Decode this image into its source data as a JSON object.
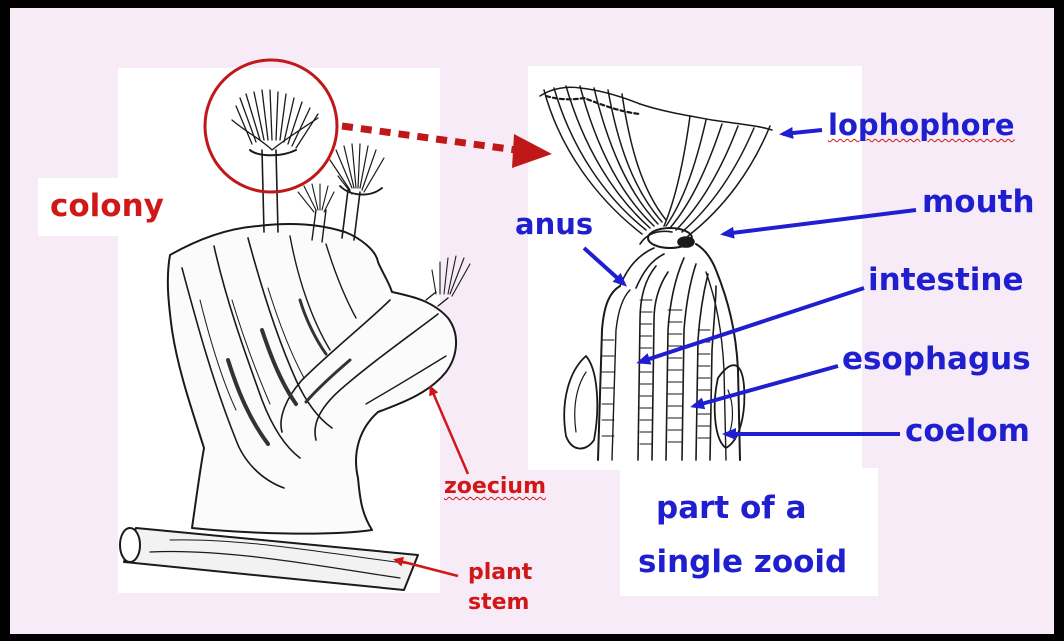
{
  "labels": {
    "colony": "colony",
    "zoecium": "zoecium",
    "plant_stem_line1": "plant",
    "plant_stem_line2": "stem",
    "anus": "anus",
    "lophophore": "lophophore",
    "mouth": "mouth",
    "intestine": "intestine",
    "esophagus": "esophagus",
    "coelom": "coelom",
    "caption_line1": "part of a",
    "caption_line2": "single zooid"
  },
  "colors": {
    "frame": "#000000",
    "panel": "#f7ebf7",
    "card": "#ffffff",
    "red_labels": "#d01818",
    "blue_labels": "#1f1fd0",
    "ink": "#1a1a1a"
  },
  "icons": {
    "zoom_circle": "circle-highlight",
    "zoom_arrow": "dashed-arrow-right"
  }
}
